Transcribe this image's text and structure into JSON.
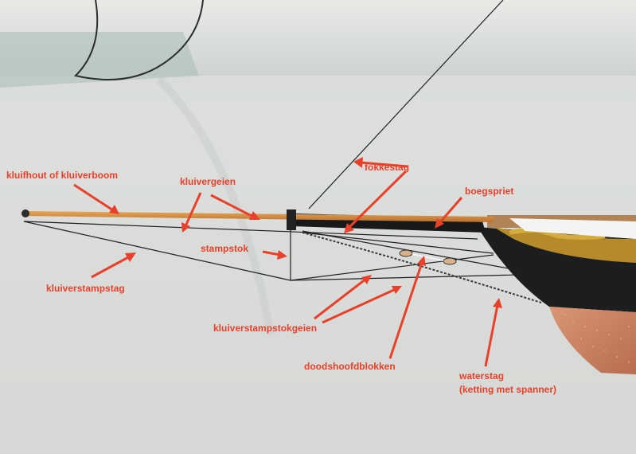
{
  "labels": {
    "fokkestag": "fokkestag",
    "kluifhout": "kluifhout of kluiverboom",
    "kluivergeien": "kluivergeien",
    "boegspriet": "boegspriet",
    "stampstok": "stampstok",
    "kluiverstampstag": "kluiverstampstag",
    "kluiverstampstokgeien": "kluiverstampstokgeien",
    "doodshoofdblokken": "doodshoofdblokken",
    "waterstag_line1": "waterstag",
    "waterstag_line2": "(ketting met spanner)"
  },
  "colors": {
    "annotation": "#e8402a",
    "background": "#d9dbd8",
    "spar_wood": "#d58a3c",
    "hull_black": "#1a1c1e",
    "copper": "#c8805e",
    "gold_trim": "#b48a2a"
  }
}
